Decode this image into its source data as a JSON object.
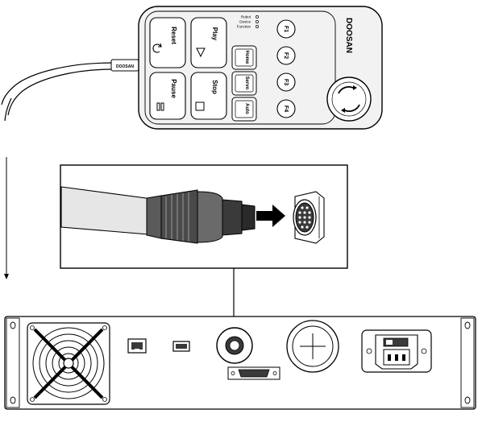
{
  "pendant": {
    "brand": "DOOSAN",
    "cable_tag": "DOOSAN",
    "buttons": {
      "reset": "Reset",
      "play": "Play",
      "pause": "Pause",
      "stop": "Stop",
      "home": "Home",
      "servo": "Servo",
      "auto": "Auto",
      "f1": "F1",
      "f2": "F2",
      "f3": "F3",
      "f4": "F4"
    },
    "indicators": [
      "Robot",
      "Device",
      "Function"
    ]
  },
  "colors": {
    "line": "#000000",
    "device_fill": "#f2f2f2",
    "button_fill": "#ffffff",
    "cable_fill": "#e6e6e6",
    "connector_dark": "#3a3a3a"
  },
  "icons": [
    "reset-arrow-icon",
    "play-triangle-icon",
    "pause-bars-icon",
    "stop-square-icon",
    "jog-rotate-icon",
    "right-arrow-icon",
    "fan-grille-icon",
    "ethernet-port-icon",
    "usb-port-icon",
    "power-inlet-icon"
  ]
}
